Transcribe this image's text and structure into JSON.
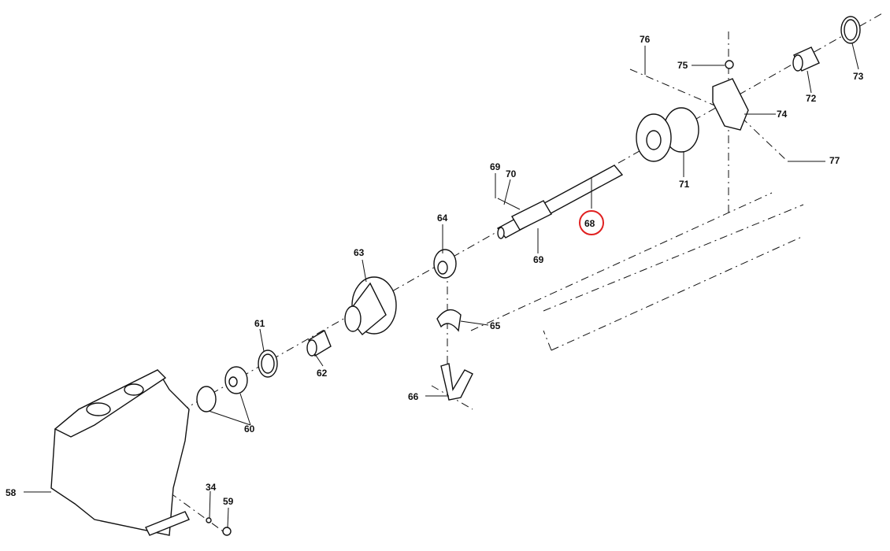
{
  "diagram": {
    "type": "exploded-parts-diagram",
    "highlight_color": "#e02020",
    "highlighted_part": "68",
    "callouts": [
      {
        "id": "c76",
        "label": "76"
      },
      {
        "id": "c75",
        "label": "75"
      },
      {
        "id": "c73",
        "label": "73"
      },
      {
        "id": "c72",
        "label": "72"
      },
      {
        "id": "c74",
        "label": "74"
      },
      {
        "id": "c77",
        "label": "77"
      },
      {
        "id": "c71",
        "label": "71"
      },
      {
        "id": "c69a",
        "label": "69"
      },
      {
        "id": "c70",
        "label": "70"
      },
      {
        "id": "c68",
        "label": "68"
      },
      {
        "id": "c69b",
        "label": "69"
      },
      {
        "id": "c64",
        "label": "64"
      },
      {
        "id": "c63",
        "label": "63"
      },
      {
        "id": "c65",
        "label": "65"
      },
      {
        "id": "c61",
        "label": "61"
      },
      {
        "id": "c62",
        "label": "62"
      },
      {
        "id": "c66",
        "label": "66"
      },
      {
        "id": "c60",
        "label": "60"
      },
      {
        "id": "c58",
        "label": "58"
      },
      {
        "id": "c34",
        "label": "34"
      },
      {
        "id": "c59",
        "label": "59"
      }
    ]
  }
}
